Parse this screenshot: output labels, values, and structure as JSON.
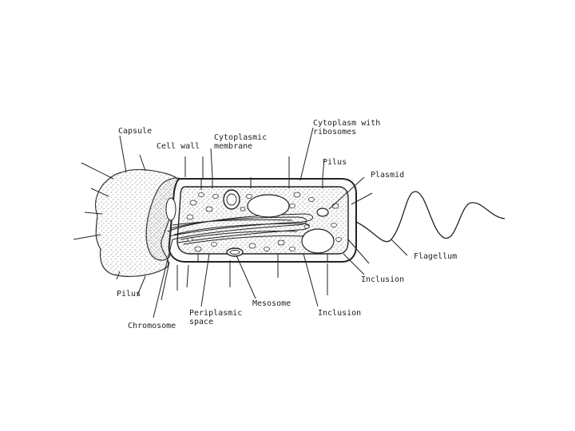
{
  "labels": {
    "capsule": "Capsule",
    "cell_wall": "Cell wall",
    "cytoplasmic_membrane": "Cytoplasmic\nmembrane",
    "cytoplasm": "Cytoplasm with\nribosomes",
    "pilus_top": "Pilus",
    "plasmid": "Plasmid",
    "flagellum": "Flagellum",
    "inclusion_right": "Inclusion",
    "inclusion_bottom": "Inclusion",
    "mesosome": "Mesosome",
    "periplasmic_space": "Periplasmic\nspace",
    "chromosome": "Chromosome",
    "pilus_left": "Pilus"
  }
}
